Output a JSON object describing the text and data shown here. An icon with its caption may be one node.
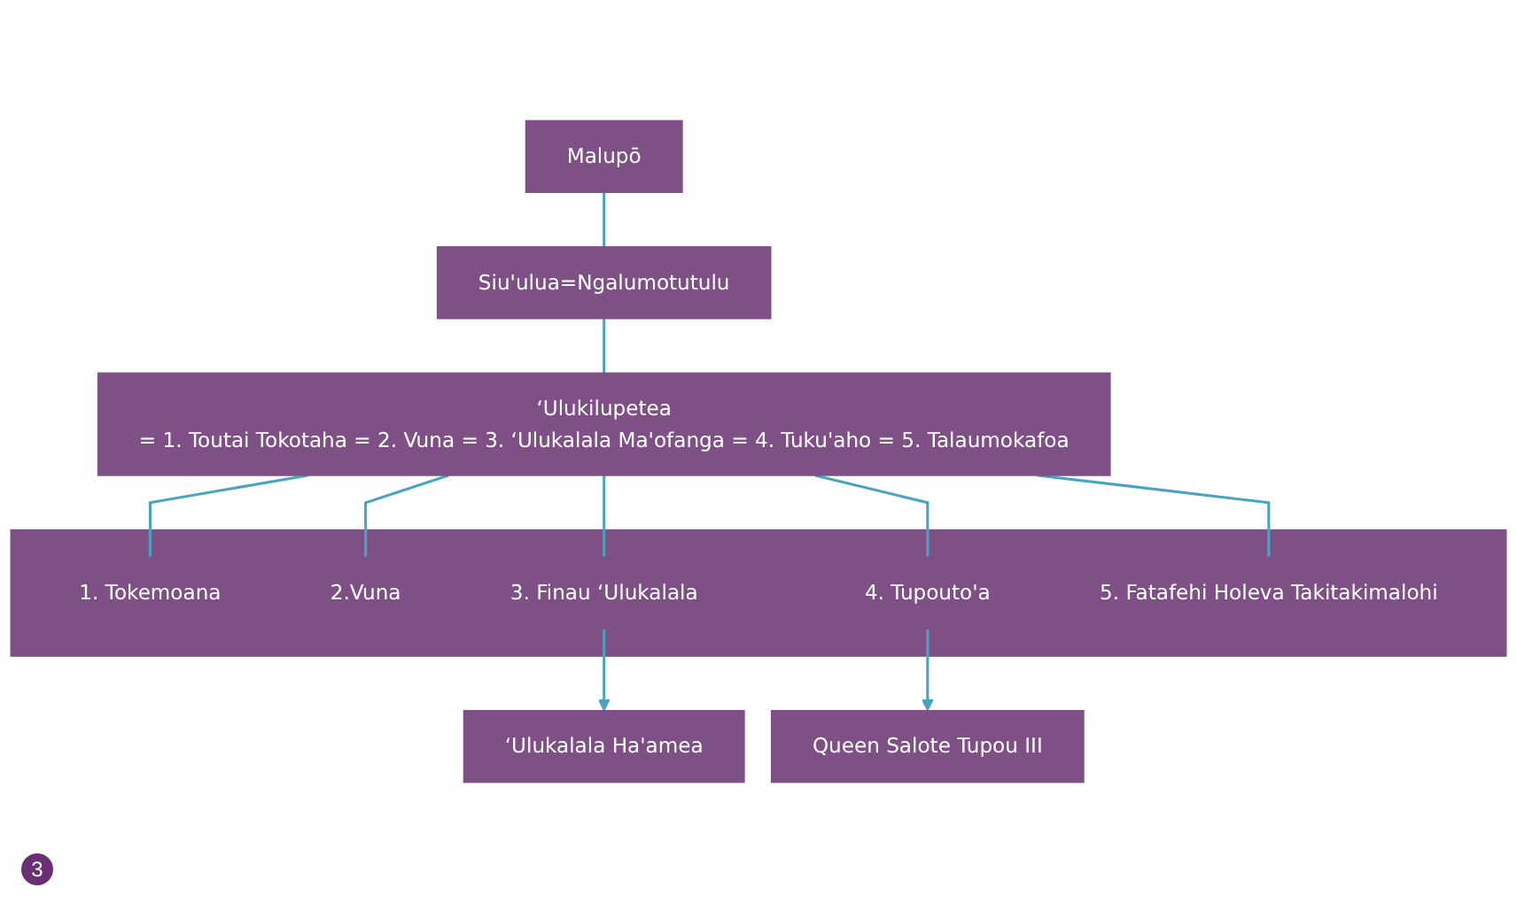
{
  "diagram": {
    "nodes": [
      {
        "text": [
          "Malupō"
        ]
      },
      {
        "text": [
          "Siu'ulua=Ngalumotutulu"
        ]
      },
      {
        "text": [
          "‘Ulukilupetea",
          "= 1. Toutai Tokotaha = 2. Vuna = 3. ‘Ulukalala Ma'ofanga = 4. Tuku'aho = 5. Talaumokafoa"
        ]
      },
      {
        "text": [],
        "shape": "box"
      },
      {
        "text": [
          "1. Tokemoana"
        ],
        "in": 3
      },
      {
        "text": [
          "2.Vuna"
        ],
        "in": 3
      },
      {
        "text": [
          "3. Finau ‘Ulukalala"
        ],
        "in": 3
      },
      {
        "text": [
          "4. Tupouto'a"
        ],
        "in": 3
      },
      {
        "text": [
          "5. Fatafehi Holeva Takitakimalohi"
        ],
        "in": 3
      },
      {
        "text": [
          "‘Ulukalala Ha'amea"
        ]
      },
      {
        "text": [
          "Queen Salote Tupou III"
        ]
      }
    ],
    "edges": [
      {
        "from": 0,
        "to": 1,
        "arrow": "none"
      },
      {
        "from": 1,
        "to": 2,
        "arrow": "none"
      },
      {
        "from": 2,
        "to": 4,
        "arrow": "none"
      },
      {
        "from": 2,
        "to": 5,
        "arrow": "none"
      },
      {
        "from": 2,
        "to": 6,
        "arrow": "none"
      },
      {
        "from": 2,
        "to": 7,
        "arrow": "none"
      },
      {
        "from": 2,
        "to": 8,
        "arrow": "none"
      },
      {
        "from": 6,
        "to": 9,
        "arrow": "to"
      },
      {
        "from": 7,
        "to": 10,
        "arrow": "to"
      }
    ],
    "labels": [
      "3"
    ]
  }
}
